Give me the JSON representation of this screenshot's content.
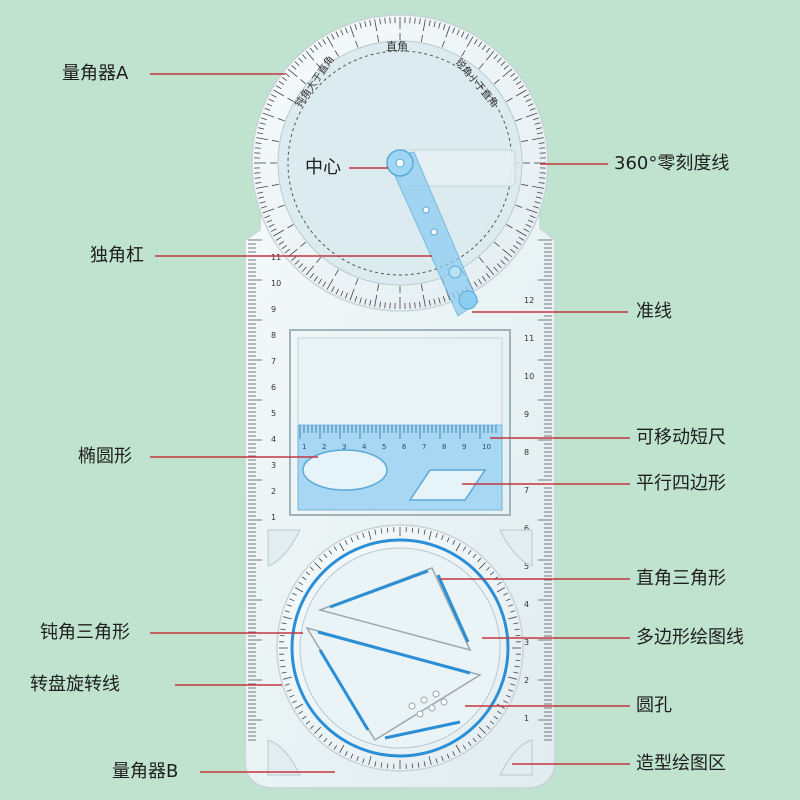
{
  "callouts_left": [
    {
      "id": "protractor-a",
      "text": "量角器A"
    },
    {
      "id": "single-arm",
      "text": "独角杠"
    },
    {
      "id": "ellipse",
      "text": "椭圆形"
    },
    {
      "id": "obtuse-triangle",
      "text": "钝角三角形"
    },
    {
      "id": "turntable-line",
      "text": "转盘旋转线"
    },
    {
      "id": "protractor-b",
      "text": "量角器B"
    }
  ],
  "callouts_right": [
    {
      "id": "zero-line",
      "text": "360°零刻度线"
    },
    {
      "id": "guide-line",
      "text": "准线"
    },
    {
      "id": "movable-ruler",
      "text": "可移动短尺"
    },
    {
      "id": "parallelogram",
      "text": "平行四边形"
    },
    {
      "id": "right-triangle",
      "text": "直角三角形"
    },
    {
      "id": "polygon-line",
      "text": "多边形绘图线"
    },
    {
      "id": "round-hole",
      "text": "圆孔"
    },
    {
      "id": "shape-area",
      "text": "造型绘图区"
    }
  ],
  "center_label": "中心",
  "protractor_a_texts": {
    "right_angle": "直角",
    "obtuse": "钝角大于直角",
    "acute": "锐角小于直角"
  },
  "ruler_numbers_left": [
    "1",
    "2",
    "3",
    "4",
    "5",
    "6",
    "7",
    "8",
    "9",
    "10",
    "11"
  ],
  "ruler_numbers_right": [
    "12",
    "11",
    "10",
    "9",
    "8",
    "7",
    "6",
    "5",
    "4",
    "3",
    "2",
    "1"
  ],
  "movable_ruler_numbers": [
    "1",
    "2",
    "3",
    "4",
    "5",
    "6",
    "7",
    "8",
    "9",
    "10"
  ],
  "colors": {
    "background": "#bfe3cf",
    "callout_line": "#c3363f",
    "tick_blue": "#2a8fd6",
    "plastic": "#eef4f7",
    "arm_blue": "#8ecdf2"
  }
}
